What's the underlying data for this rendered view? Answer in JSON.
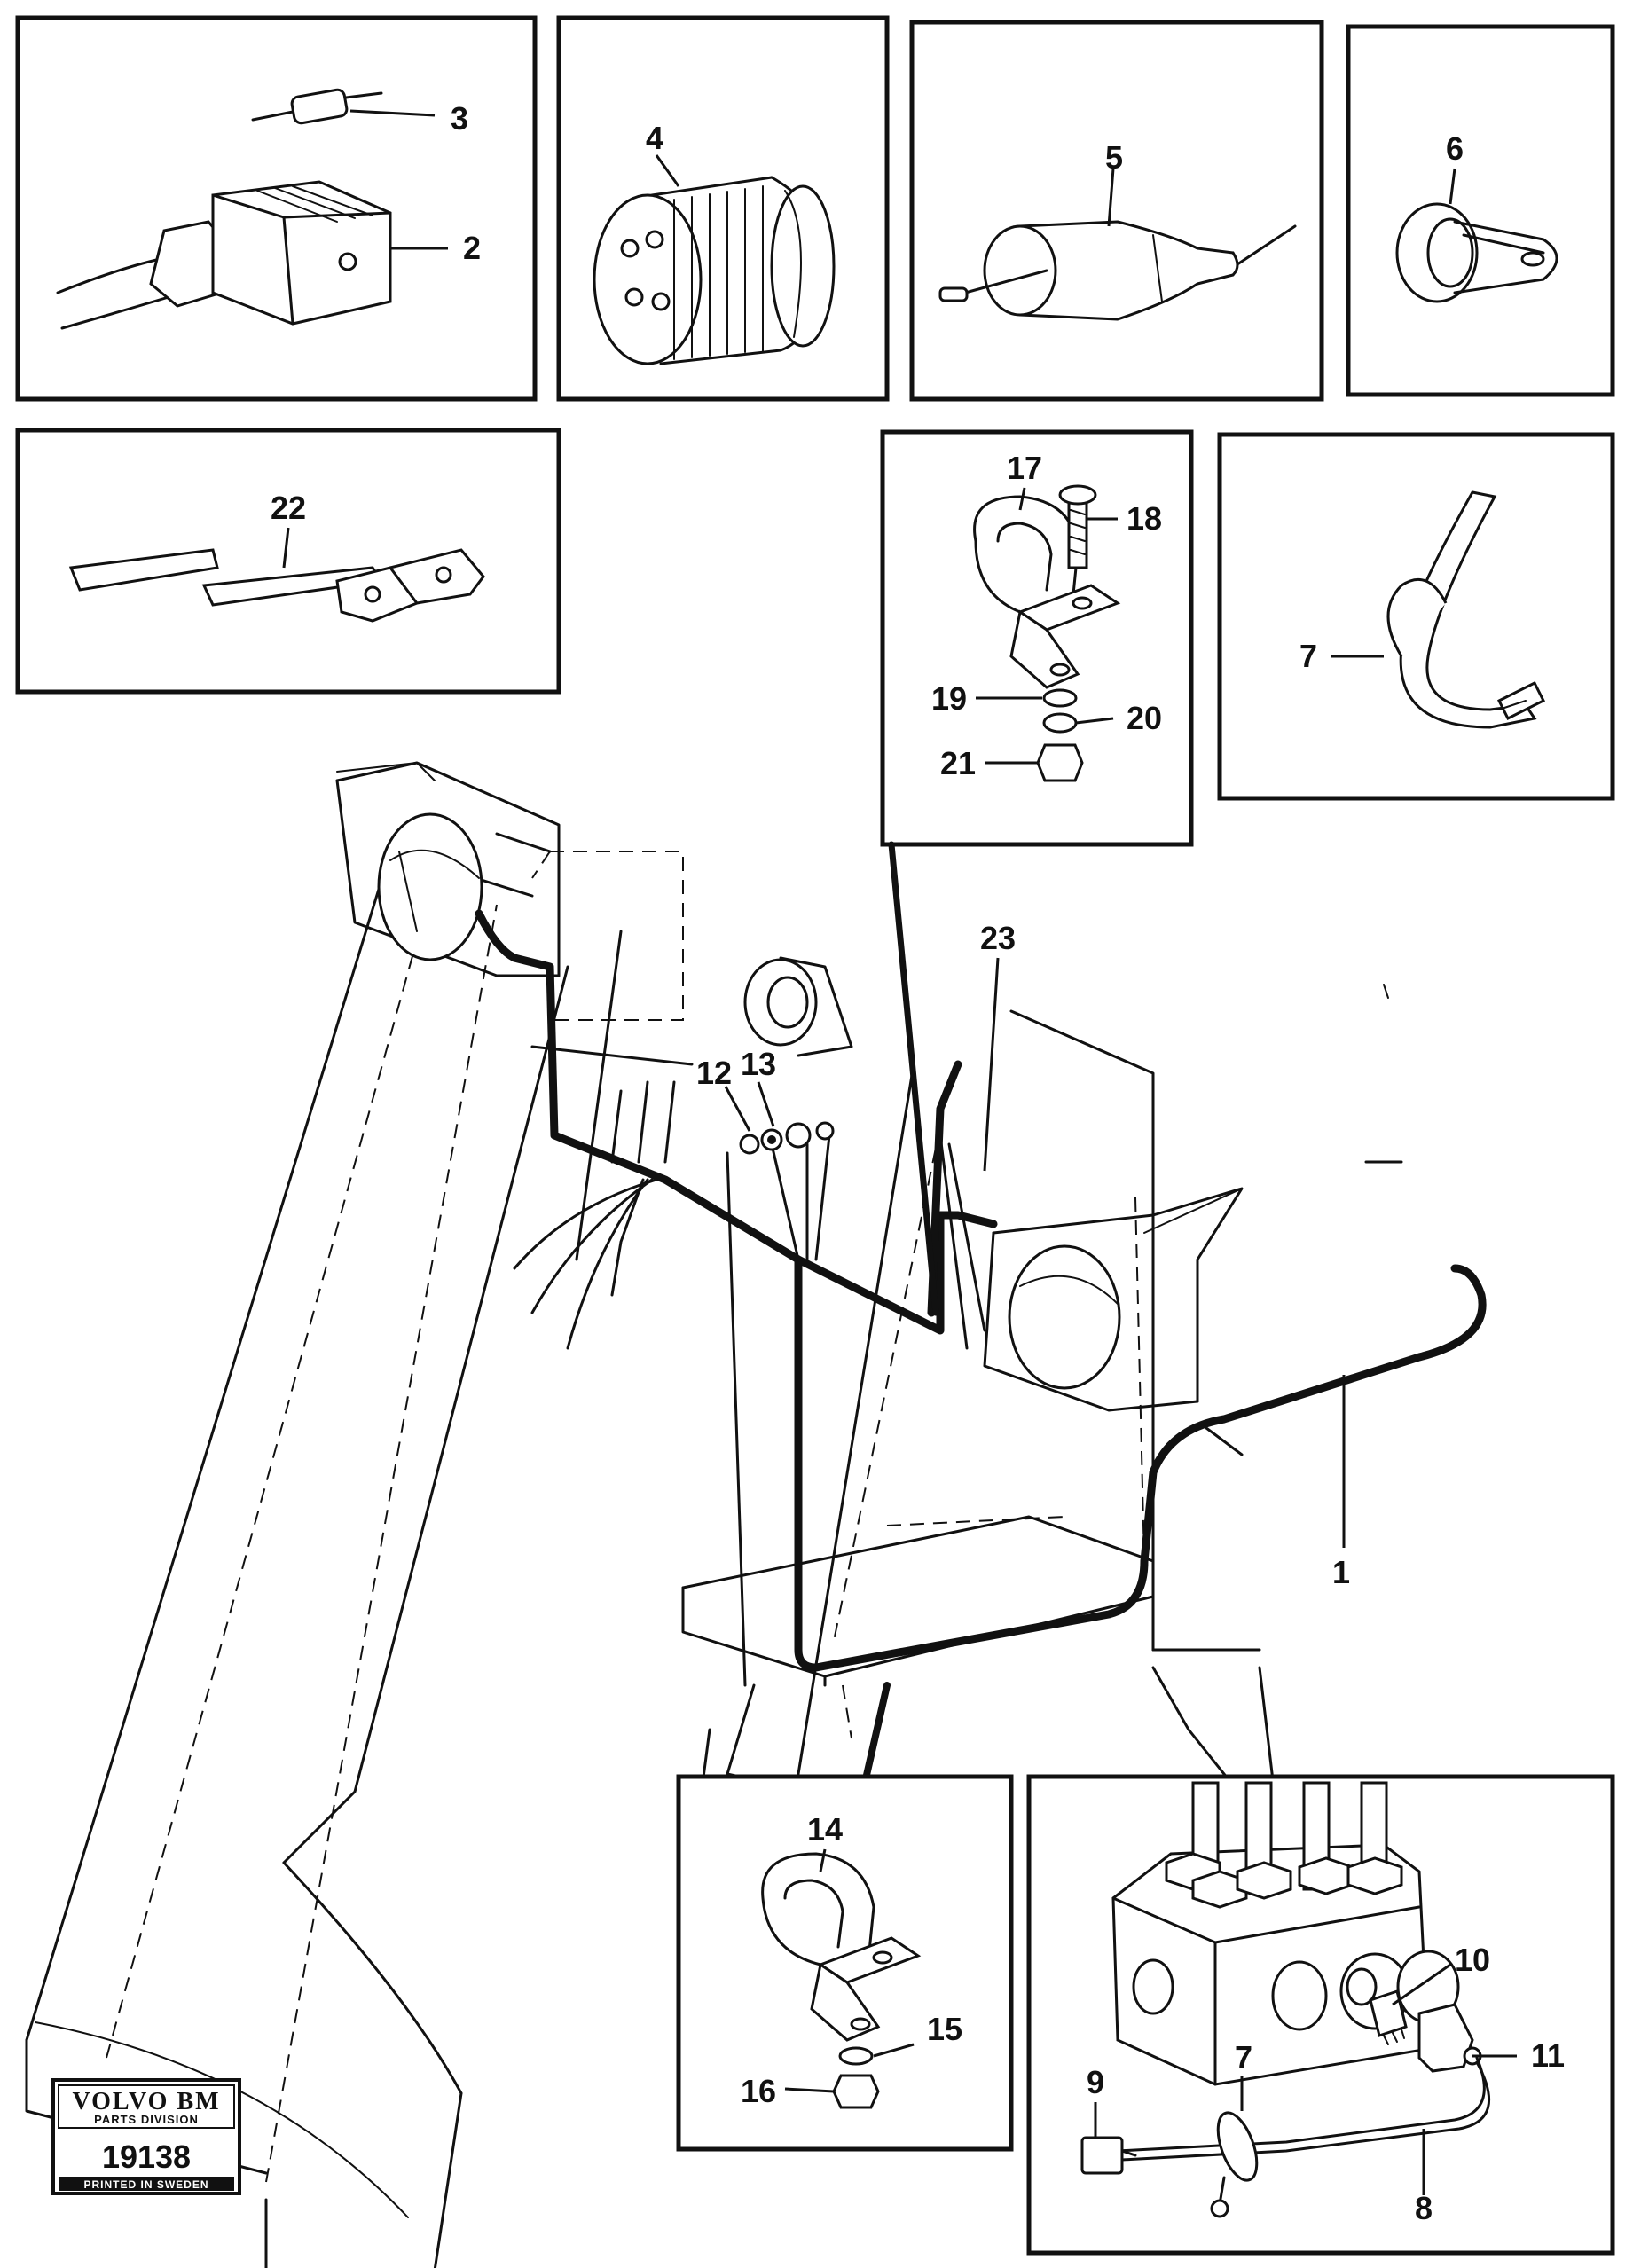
{
  "callouts": {
    "c1": "1",
    "c2": "2",
    "c3": "3",
    "c4": "4",
    "c5": "5",
    "c6": "6",
    "c7a": "7",
    "c7b": "7",
    "c8": "8",
    "c9": "9",
    "c10": "10",
    "c11": "11",
    "c12": "12",
    "c13": "13",
    "c14": "14",
    "c15": "15",
    "c16": "16",
    "c17": "17",
    "c18": "18",
    "c19": "19",
    "c20": "20",
    "c21": "21",
    "c22": "22",
    "c23": "23"
  },
  "logo": {
    "brand": "VOLVO BM",
    "division": "PARTS DIVISION",
    "number": "19138",
    "printed": "PRINTED IN SWEDEN"
  }
}
